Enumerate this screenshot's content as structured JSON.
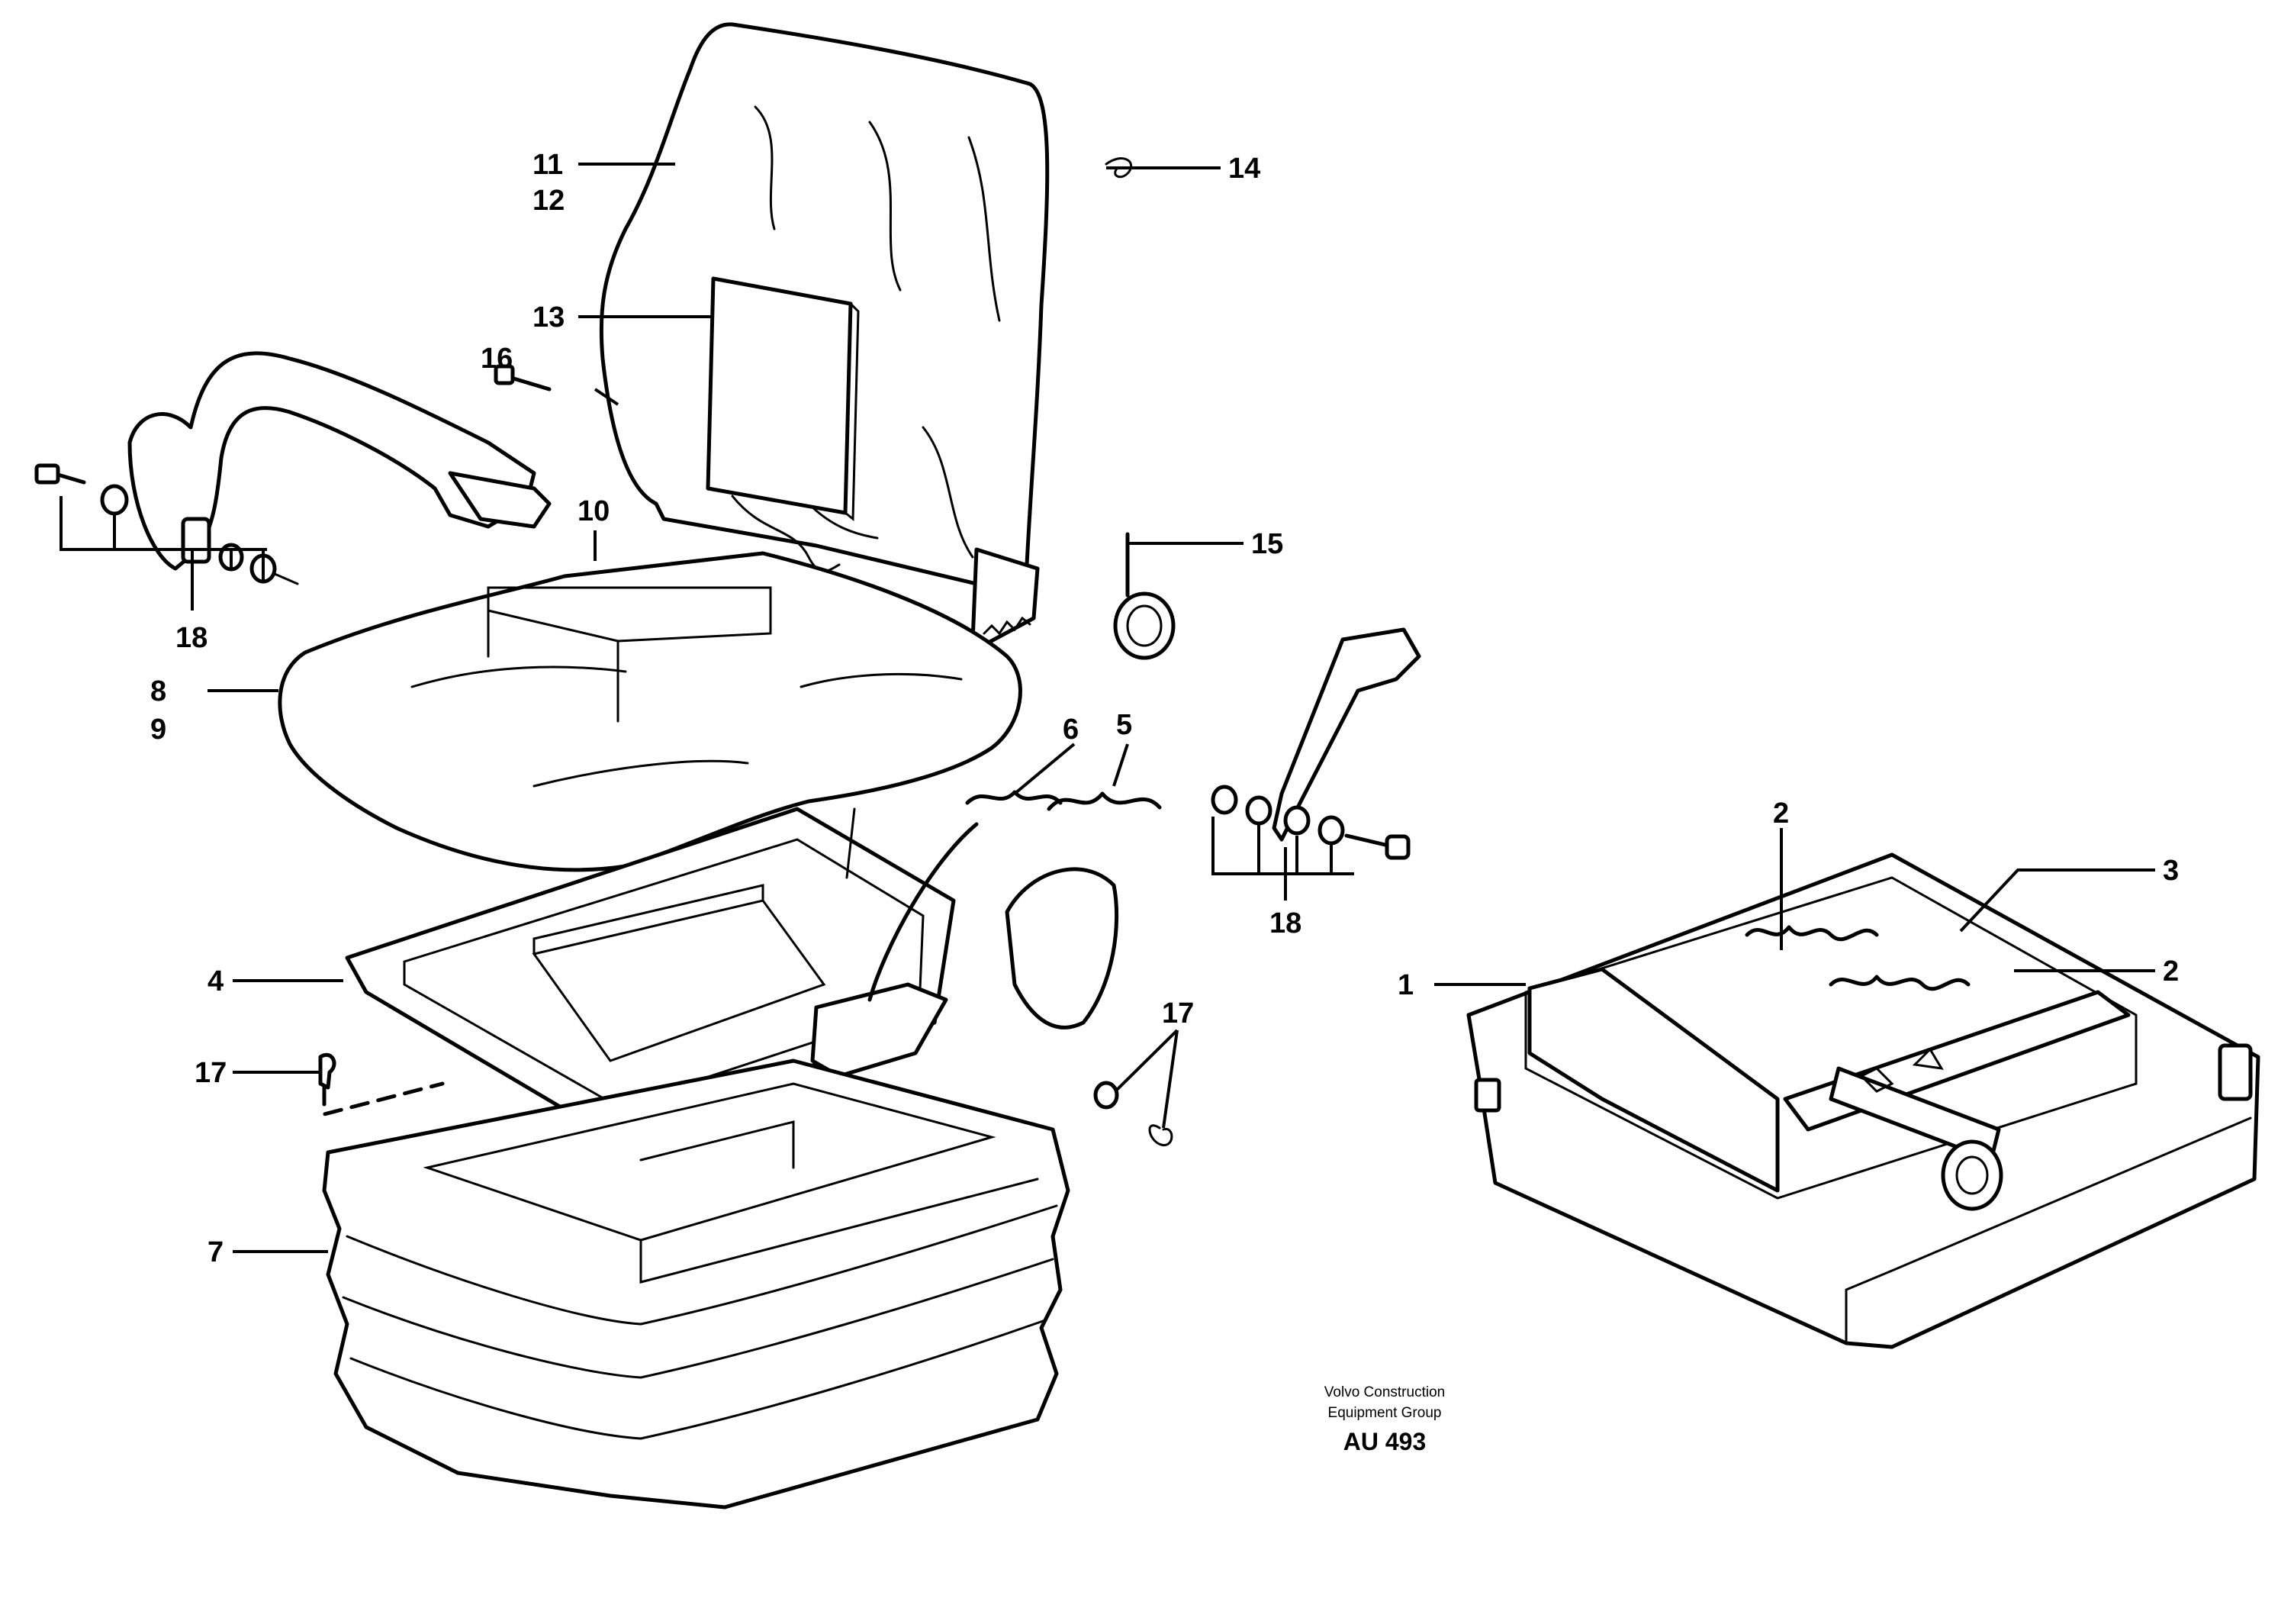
{
  "callouts": [
    {
      "id": "c11",
      "label": "11"
    },
    {
      "id": "c12",
      "label": "12"
    },
    {
      "id": "c14",
      "label": "14"
    },
    {
      "id": "c13",
      "label": "13"
    },
    {
      "id": "c16",
      "label": "16"
    },
    {
      "id": "c10",
      "label": "10"
    },
    {
      "id": "c18a",
      "label": "18"
    },
    {
      "id": "c8",
      "label": "8"
    },
    {
      "id": "c9",
      "label": "9"
    },
    {
      "id": "c15",
      "label": "15"
    },
    {
      "id": "c6",
      "label": "6"
    },
    {
      "id": "c5",
      "label": "5"
    },
    {
      "id": "c18b",
      "label": "18"
    },
    {
      "id": "c2a",
      "label": "2"
    },
    {
      "id": "c3",
      "label": "3"
    },
    {
      "id": "c1",
      "label": "1"
    },
    {
      "id": "c2b",
      "label": "2"
    },
    {
      "id": "c4",
      "label": "4"
    },
    {
      "id": "c17a",
      "label": "17"
    },
    {
      "id": "c17b",
      "label": "17"
    },
    {
      "id": "c7",
      "label": "7"
    }
  ],
  "credit": {
    "line1": "Volvo Construction",
    "line2": "Equipment Group",
    "code": "AU 493"
  }
}
